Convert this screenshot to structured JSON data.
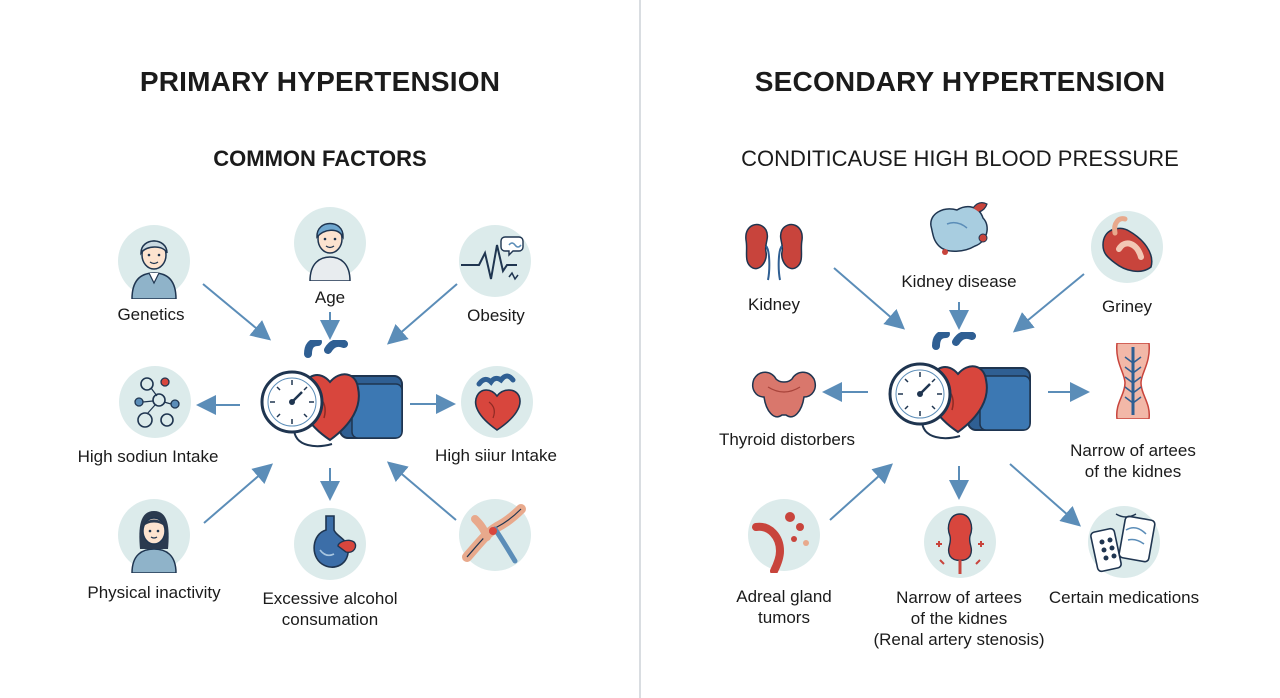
{
  "left": {
    "title": "PRIMARY HYPERTENSION",
    "subtitle": "COMMON FACTORS",
    "nodes": [
      {
        "label": "Genetics",
        "icon": "person-icon"
      },
      {
        "label": "Age",
        "icon": "person-icon"
      },
      {
        "label": "Obesity",
        "icon": "heartbeat-icon"
      },
      {
        "label": "High sodiun Intake",
        "icon": "molecules-icon"
      },
      {
        "label": "High siiur Intake",
        "icon": "heart-icon"
      },
      {
        "label": "Physical inactivity",
        "icon": "woman-icon"
      },
      {
        "label_lines": [
          "Excessive alcohol",
          "consumation"
        ],
        "icon": "stomach-icon"
      },
      {
        "label": "",
        "icon": "artery-icon"
      }
    ]
  },
  "right": {
    "title": "SECONDARY HYPERTENSION",
    "subtitle": "CONDITICAUSE HIGH BLOOD PRESSURE",
    "nodes": [
      {
        "label": "Kidney",
        "icon": "kidneys-icon"
      },
      {
        "label": "Kidney disease",
        "icon": "organ-icon"
      },
      {
        "label": "Griney",
        "icon": "gland-icon"
      },
      {
        "label": "Thyroid distorbers",
        "icon": "thyroid-icon"
      },
      {
        "label_lines": [
          "Narrow of artees",
          "of the kidnes"
        ],
        "icon": "artery-narrow-icon"
      },
      {
        "label_lines": [
          "Adreal gland",
          "tumors"
        ],
        "icon": "adrenal-icon"
      },
      {
        "label_lines": [
          "Narrow of artees",
          "of the kidnes",
          "(Renal artery stenosis)"
        ],
        "icon": "kidney-cross-icon"
      },
      {
        "label": "Certain medications",
        "icon": "pills-icon"
      }
    ]
  },
  "colors": {
    "arrow": "#5b8db8",
    "icon_bg": "#dcebeb",
    "heart": "#d8463d",
    "cuff": "#2f5f93",
    "outline": "#1f3550"
  }
}
